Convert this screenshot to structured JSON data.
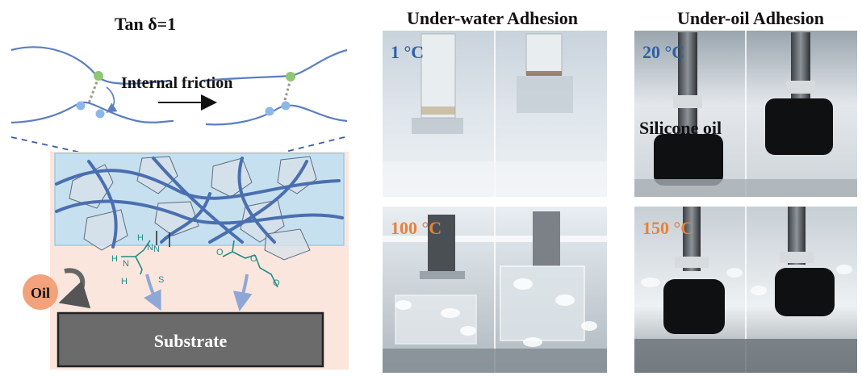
{
  "diagram": {
    "tan_delta": "Tan δ=1",
    "internal_friction": "Internal friction",
    "oil_badge": "Oil",
    "substrate": "Substrate",
    "chem_atoms": {
      "h1": "H",
      "n1": "N",
      "h2": "H",
      "n2": "N",
      "h3": "H",
      "n3": "N",
      "s": "S",
      "o1": "O",
      "o2": "O",
      "o3": "O"
    }
  },
  "under_water": {
    "title": "Under-water Adhesion",
    "temp_low": "1 °C",
    "temp_high": "100 °C"
  },
  "under_oil": {
    "title": "Under-oil Adhesion",
    "temp_low": "20 °C",
    "temp_high": "150 °C",
    "medium_label": "Silicone oil"
  },
  "colors": {
    "cold_temp": "#2f5fa8",
    "hot_temp": "#e8823a",
    "chain": "#5b7fbf",
    "teal": "#1f8d86",
    "green_node": "#8fc772"
  }
}
